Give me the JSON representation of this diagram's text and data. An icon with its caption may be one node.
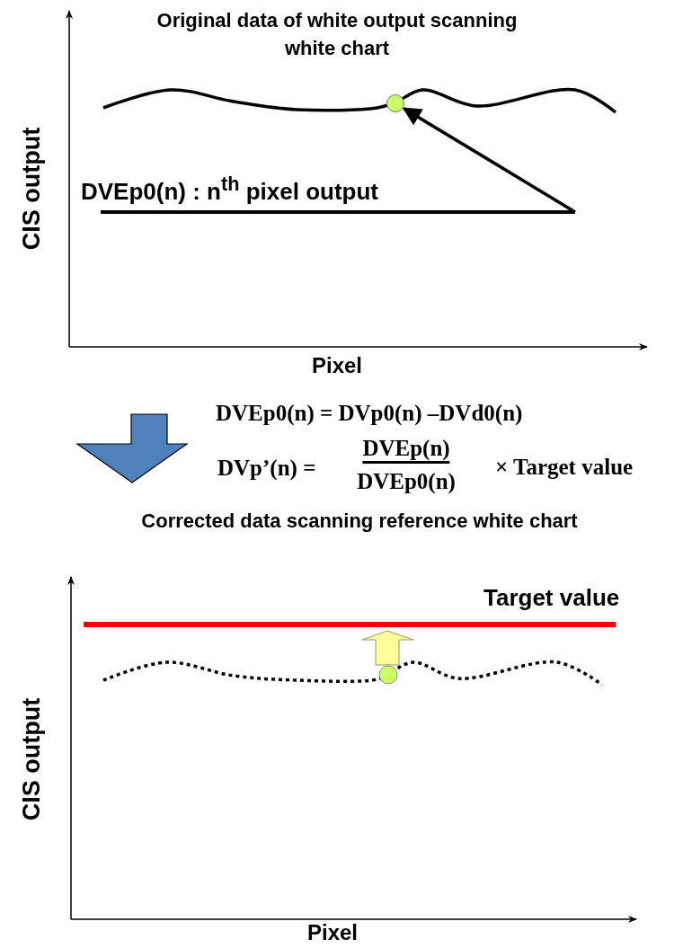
{
  "diagram": {
    "nodes": [
      {
        "text": [
          "DVEp0(n) : n$^{th}$ pixel output"
        ]
      },
      {
        "text": [],
        "shape": "circle"
      }
    ],
    "edges": [
      {
        "from": 0,
        "to": 1,
        "arrow": "to"
      }
    ],
    "labels": [
      "Original data of white output scanning white chart",
      "CIS output",
      "Pixel",
      "DVEp0(n) = DVp0(n) –DVd0(n)",
      "DVp’(n) =",
      "DVEp(n)",
      "DVEp0(n)",
      "× Target value",
      "Corrected data scanning reference white chart",
      "Target value",
      "CIS output",
      "Pixel"
    ]
  }
}
